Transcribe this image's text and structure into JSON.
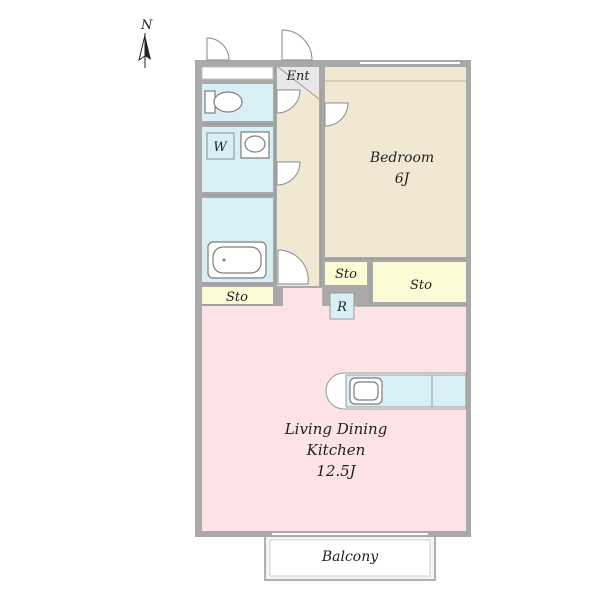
{
  "compass": {
    "letter": "N",
    "icon": "north-arrow-icon"
  },
  "rooms": {
    "entrance": "Ent",
    "bedroom": {
      "name": "Bedroom",
      "size": "6J"
    },
    "washroom": "W",
    "storage_bedroom_small": "Sto",
    "storage_bedroom_large": "Sto",
    "storage_hall": "Sto",
    "refrigerator": "R",
    "ldk": {
      "line1": "Living Dining",
      "line2": "Kitchen",
      "size": "12.5J"
    },
    "balcony": "Balcony"
  },
  "colors": {
    "ldk": "#fde3e6",
    "bedroom": "#f0e8d3",
    "hallway": "#f0e8d3",
    "wet_area": "#d8f0f5",
    "storage": "#fdfad6",
    "wall": "#a9a9a9"
  }
}
